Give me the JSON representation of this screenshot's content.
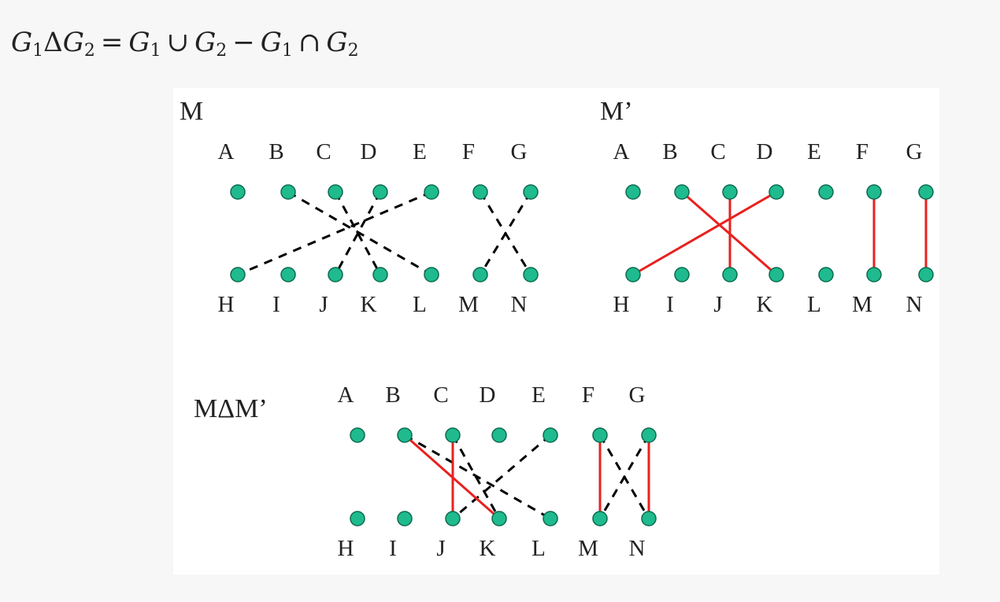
{
  "formula": {
    "g1": "G",
    "g1_sub": "1",
    "delta": "Δ",
    "g2": "G",
    "g2_sub": "2",
    "eq": "=",
    "union": "∪",
    "minus": "−",
    "intersect": "∩"
  },
  "colors": {
    "node_fill": "#1fba8e",
    "node_stroke": "#0d6b50",
    "matching_edge": "#000000",
    "augmenting_edge": "#e8211f"
  },
  "top_labels": [
    "A",
    "B",
    "C",
    "D",
    "E",
    "F",
    "G"
  ],
  "bottom_labels": [
    "H",
    "I",
    "J",
    "K",
    "L",
    "M",
    "N"
  ],
  "panels": [
    {
      "id": "M",
      "title": "M",
      "dashed_edges": [
        [
          "B",
          "L"
        ],
        [
          "C",
          "K"
        ],
        [
          "D",
          "J"
        ],
        [
          "E",
          "H"
        ],
        [
          "F",
          "N"
        ],
        [
          "G",
          "M"
        ]
      ],
      "solid_edges": []
    },
    {
      "id": "Mprime",
      "title": "M’",
      "dashed_edges": [],
      "solid_edges": [
        [
          "B",
          "K"
        ],
        [
          "C",
          "J"
        ],
        [
          "D",
          "H"
        ],
        [
          "F",
          "M"
        ],
        [
          "G",
          "N"
        ]
      ]
    },
    {
      "id": "Mdiff",
      "title": "MΔM’",
      "dashed_edges": [
        [
          "B",
          "L"
        ],
        [
          "C",
          "K"
        ],
        [
          "E",
          "J"
        ],
        [
          "F",
          "N"
        ],
        [
          "G",
          "M"
        ]
      ],
      "solid_edges": [
        [
          "B",
          "K"
        ],
        [
          "C",
          "J"
        ],
        [
          "F",
          "M"
        ],
        [
          "G",
          "N"
        ]
      ]
    }
  ]
}
